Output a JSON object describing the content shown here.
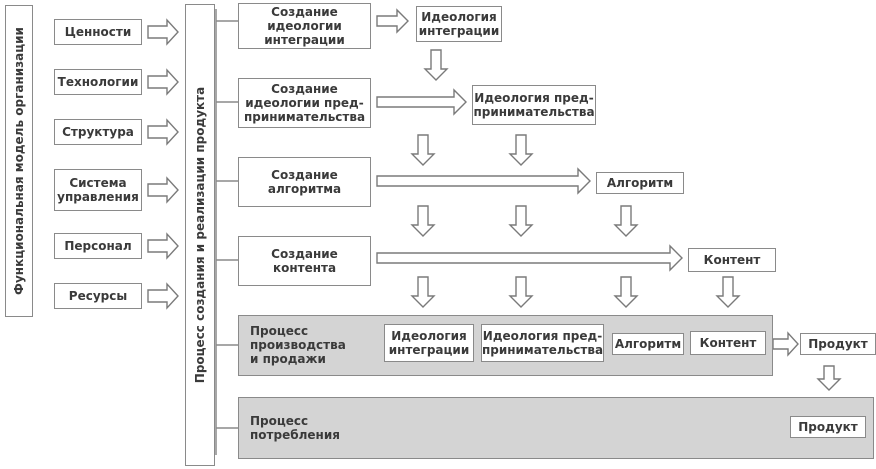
{
  "left_column": {
    "title": "Функциональная модель организации",
    "items": [
      "Ценности",
      "Технологии",
      "Структура",
      "Система\nуправления",
      "Персонал",
      "Ресурсы"
    ]
  },
  "process_column": {
    "title": "Процесс создания и реализации продукта"
  },
  "stages": [
    {
      "label": "Создание\nидеологии\nинтеграции",
      "result": "Идеология\nинтеграции"
    },
    {
      "label": "Создание\nидеологии пред-\nпринимательства",
      "result": "Идеология пред-\nпринимательства"
    },
    {
      "label": "Создание\nалгоритма",
      "result": "Алгоритм"
    },
    {
      "label": "Создание\nконтента",
      "result": "Контент"
    }
  ],
  "production": {
    "label": "Процесс\nпроизводства\nи продажи",
    "items": [
      "Идеология\nинтеграции",
      "Идеология пред-\nпринимательства",
      "Алгоритм",
      "Контент"
    ],
    "output": "Продукт"
  },
  "consumption": {
    "label": "Процесс\nпотребления",
    "product": "Продукт"
  }
}
